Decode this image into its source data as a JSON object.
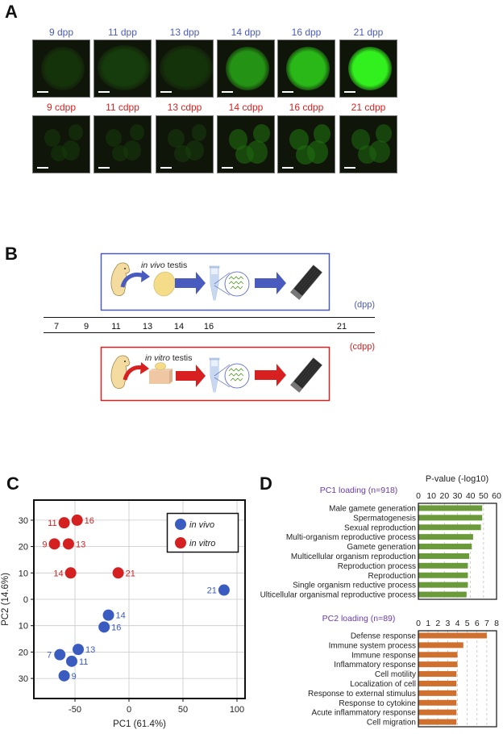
{
  "panels": {
    "a": {
      "letter": "A",
      "in_vivo": [
        {
          "label": "9 dpp",
          "intensity": 0.15
        },
        {
          "label": "11 dpp",
          "intensity": 0.2
        },
        {
          "label": "13 dpp",
          "intensity": 0.15
        },
        {
          "label": "14 dpp",
          "intensity": 0.65
        },
        {
          "label": "16 dpp",
          "intensity": 0.8
        },
        {
          "label": "21 dpp",
          "intensity": 1.0
        }
      ],
      "in_vitro": [
        {
          "label": "9 cdpp",
          "intensity": 0.12
        },
        {
          "label": "11 cdpp",
          "intensity": 0.12
        },
        {
          "label": "13 cdpp",
          "intensity": 0.14
        },
        {
          "label": "14 cdpp",
          "intensity": 0.3
        },
        {
          "label": "16 cdpp",
          "intensity": 0.32
        },
        {
          "label": "21 cdpp",
          "intensity": 0.28
        }
      ],
      "colors": {
        "in_vivo": "#4a5bbf",
        "in_vitro": "#d92020"
      }
    },
    "b": {
      "letter": "B",
      "in_vivo_label_italic": "in vivo",
      "in_vivo_label_rest": " testis",
      "in_vitro_label_italic": "in vitro",
      "in_vitro_label_rest": " testis",
      "dpp_unit": "(dpp)",
      "cdpp_unit": "(cdpp)",
      "timeline": [
        "7",
        "9",
        "11",
        "13",
        "14",
        "16",
        "21"
      ],
      "colors": {
        "in_vivo": "#4a5bbf",
        "in_vitro": "#d92020"
      }
    },
    "c": {
      "letter": "C"
    },
    "d": {
      "letter": "D",
      "pc1_title": "PC1 loading (n=918)",
      "pc2_title": "PC2 loading (n=89)",
      "axis_title": "P-value (-log10)"
    }
  },
  "chart_data": [
    {
      "type": "scatter",
      "title": "",
      "xlabel": "PC1 (61.4%)",
      "ylabel": "PC2 (14.6%)",
      "xlim": [
        -88,
        107
      ],
      "ylim": [
        -37,
        38
      ],
      "xticks": [
        -50,
        0,
        50,
        100
      ],
      "xtick_labels": [
        "-50",
        "0",
        "50",
        "100"
      ],
      "yticks": [
        30,
        20,
        10,
        0,
        -10,
        -20,
        -30
      ],
      "ytick_labels": [
        "30",
        "20",
        "10",
        "0",
        "10",
        "20",
        "30"
      ],
      "grid": true,
      "legend_position": "top-right",
      "series": [
        {
          "name": "in vivo",
          "color": "#3a5bbf",
          "points": [
            {
              "label": "7",
              "x": -64,
              "y": -21
            },
            {
              "label": "9",
              "x": -60,
              "y": -29
            },
            {
              "label": "11",
              "x": -53,
              "y": -23.5
            },
            {
              "label": "13",
              "x": -47,
              "y": -19
            },
            {
              "label": "14",
              "x": -19,
              "y": -6
            },
            {
              "label": "16",
              "x": -23,
              "y": -10.5
            },
            {
              "label": "21",
              "x": 88,
              "y": 3.5
            }
          ]
        },
        {
          "name": "in vitro",
          "color": "#d42020",
          "points": [
            {
              "label": "9",
              "x": -69,
              "y": 21
            },
            {
              "label": "11",
              "x": -60,
              "y": 29
            },
            {
              "label": "13",
              "x": -56,
              "y": 21
            },
            {
              "label": "14",
              "x": -54,
              "y": 10
            },
            {
              "label": "16",
              "x": -48,
              "y": 30
            },
            {
              "label": "21",
              "x": -10,
              "y": 10
            }
          ]
        }
      ]
    },
    {
      "type": "bar",
      "orientation": "horizontal",
      "title": "PC1 loading (n=918)",
      "xlabel": "P-value (-log10)",
      "xlim": [
        0,
        60
      ],
      "xticks": [
        0,
        10,
        20,
        30,
        40,
        50,
        60
      ],
      "color": "#6b9a3a",
      "categories": [
        "Male gamete generation",
        "Spermatogenesis",
        "Sexual reproduction",
        "Multi-organism reproductive process",
        "Gamete generation",
        "Multicellular organism reproduction",
        "Reproduction process",
        "Reproduction",
        "Single organism reductive process",
        "Ulticellular organismal reproductive process"
      ],
      "values": [
        49,
        49,
        48,
        42,
        41,
        39,
        38,
        38,
        38,
        37
      ]
    },
    {
      "type": "bar",
      "orientation": "horizontal",
      "title": "PC2 loading (n=89)",
      "xlim": [
        0,
        8
      ],
      "xticks": [
        0,
        1,
        2,
        3,
        4,
        5,
        6,
        7,
        8
      ],
      "color": "#d0702e",
      "categories": [
        "Defense response",
        "Immune system process",
        "Immune response",
        "Inflammatory response",
        "Cell motility",
        "Localization of cell",
        "Response to external stimulus",
        "Response to cytokine",
        "Acute inflammatory response",
        "Cell migration"
      ],
      "values": [
        7.0,
        4.6,
        4.0,
        4.0,
        3.9,
        3.9,
        3.9,
        3.9,
        3.9,
        3.9
      ]
    }
  ]
}
